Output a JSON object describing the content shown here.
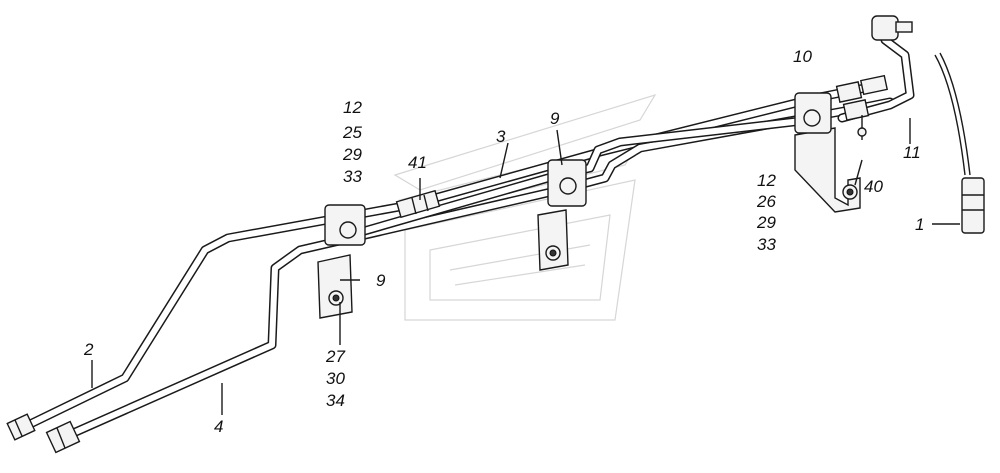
{
  "labels": [
    {
      "id": "l1",
      "text": "1"
    },
    {
      "id": "l2",
      "text": "2"
    },
    {
      "id": "l3",
      "text": "3"
    },
    {
      "id": "l4",
      "text": "4"
    },
    {
      "id": "l9a",
      "text": "9"
    },
    {
      "id": "l9b",
      "text": "9"
    },
    {
      "id": "l10",
      "text": "10"
    },
    {
      "id": "l11",
      "text": "11"
    },
    {
      "id": "l40",
      "text": "40"
    },
    {
      "id": "l41",
      "text": "41"
    },
    {
      "id": "g1a",
      "text": "12"
    },
    {
      "id": "g1b",
      "text": "25"
    },
    {
      "id": "g1c",
      "text": "29"
    },
    {
      "id": "g1d",
      "text": "33"
    },
    {
      "id": "g2a",
      "text": "12"
    },
    {
      "id": "g2b",
      "text": "26"
    },
    {
      "id": "g2c",
      "text": "29"
    },
    {
      "id": "g2d",
      "text": "33"
    },
    {
      "id": "g3a",
      "text": "27"
    },
    {
      "id": "g3b",
      "text": "30"
    },
    {
      "id": "g3c",
      "text": "34"
    }
  ]
}
